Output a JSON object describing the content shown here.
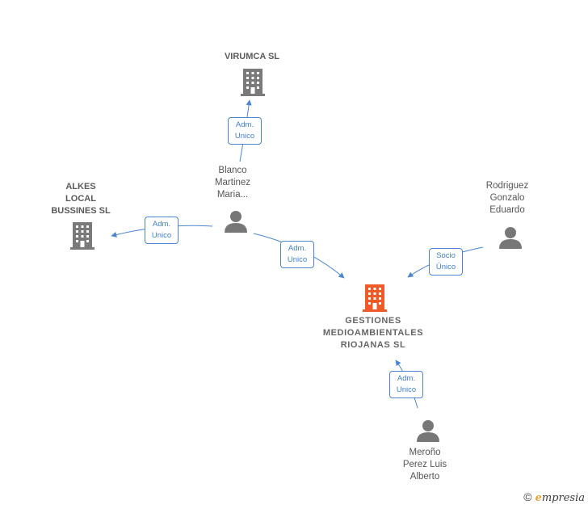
{
  "nodes": {
    "virumca": {
      "name": [
        "VIRUMCA SL"
      ],
      "icon": "building-icon"
    },
    "alkes": {
      "name": [
        "ALKES",
        "LOCAL",
        "BUSSINES SL"
      ],
      "icon": "building-icon"
    },
    "gestiones": {
      "name": [
        "GESTIONES",
        "MEDIOAMBIENTALES",
        "RIOJANAS SL"
      ],
      "icon": "building-icon"
    },
    "blanco": {
      "name": [
        "Blanco",
        "Martinez",
        "Maria..."
      ],
      "icon": "person-icon"
    },
    "rodriguez": {
      "name": [
        "Rodriguez",
        "Gonzalo",
        "Eduardo"
      ],
      "icon": "person-icon"
    },
    "merono": {
      "name": [
        "Meroño",
        "Perez Luis",
        "Alberto"
      ],
      "icon": "person-icon"
    }
  },
  "edges": [
    {
      "id": "blanco-virumca",
      "label": [
        "Adm.",
        "Unico"
      ]
    },
    {
      "id": "blanco-alkes",
      "label": [
        "Adm.",
        "Unico"
      ]
    },
    {
      "id": "blanco-gestiones",
      "label": [
        "Adm.",
        "Unico"
      ]
    },
    {
      "id": "rodriguez-gestiones",
      "label": [
        "Socio",
        "Único"
      ]
    },
    {
      "id": "merono-gestiones",
      "label": [
        "Adm.",
        "Unico"
      ]
    }
  ],
  "colors": {
    "edge": "#4a86d0",
    "company": "#7a7a7a",
    "focus_company": "#f05a28",
    "person": "#777777"
  },
  "footer": {
    "copyright_symbol": "©",
    "brand_initial": "e",
    "brand_rest": "mpresia"
  }
}
